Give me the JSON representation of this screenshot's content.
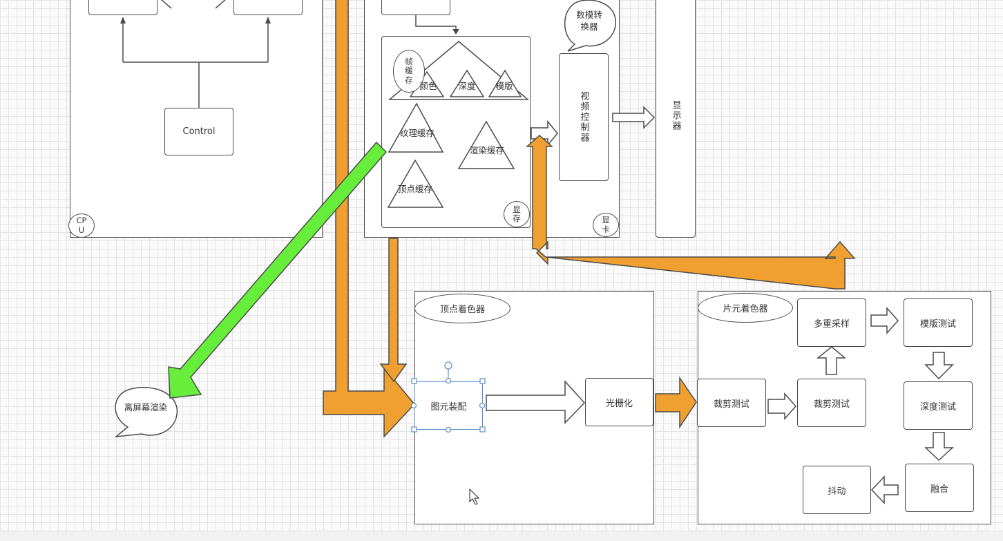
{
  "cpu": {
    "label": "CP\nU",
    "control": "Control"
  },
  "gpu": {
    "card_label": "显\n卡",
    "vram_label": "显\n存",
    "frame_buffer_label": "帧\n缓\n存",
    "color_buffer": "颜色",
    "depth_buffer": "深度",
    "stencil_buffer": "模版",
    "texture_cache": "纹理缓存",
    "render_cache": "渲染缓存",
    "vertex_cache": "顶点缓存",
    "dac_callout": "数模转\n换器",
    "video_controller": "视频控制器"
  },
  "display": {
    "label": "显示器"
  },
  "offscreen_callout": "离屏幕渲染",
  "vertex_shader": {
    "title": "顶点着色器",
    "primitive_assembly": "图元装配",
    "rasterization": "光栅化"
  },
  "fragment_shader": {
    "title": "片元着色器",
    "scissor_test_1": "裁剪测试",
    "scissor_test_2": "裁剪测试",
    "multisample": "多重采样",
    "stencil_test": "模版测试",
    "depth_test": "深度测试",
    "blending": "融合",
    "dithering": "抖动"
  },
  "colors": {
    "orange_flow": "#f0a030",
    "green_flow": "#66ee3a",
    "stroke": "#4a4a4a",
    "selection": "#5b8fc9"
  }
}
